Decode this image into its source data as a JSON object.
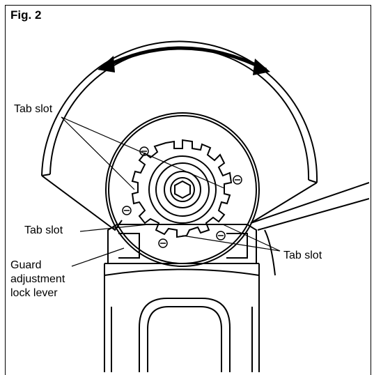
{
  "figure": {
    "title": "Fig. 2",
    "labels": {
      "tab_slot_top": "Tab slot",
      "tab_slot_left": "Tab slot",
      "tab_slot_right": "Tab slot",
      "guard_line1": "Guard",
      "guard_line2": "adjustment",
      "guard_line3": "lock lever"
    }
  }
}
